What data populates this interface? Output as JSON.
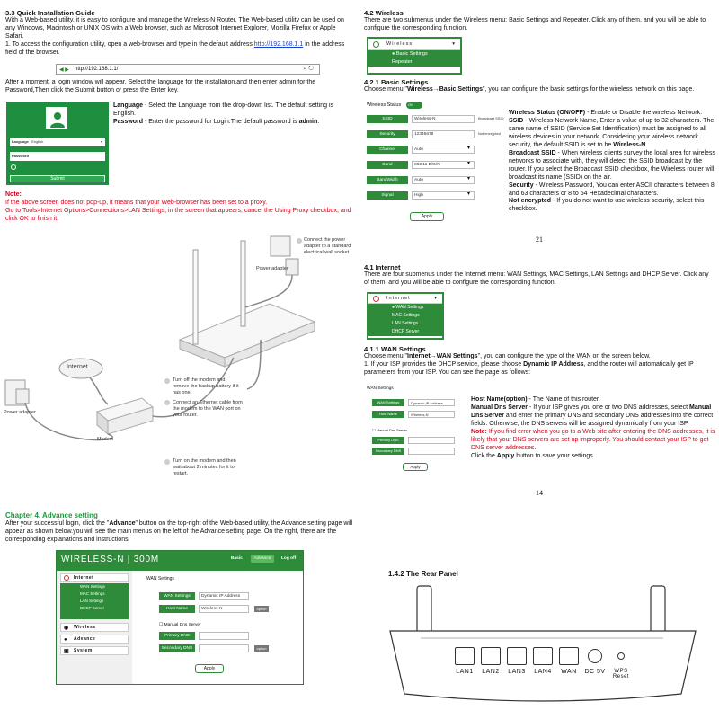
{
  "left_top": {
    "heading": "3.3 Quick Installation Guide",
    "intro": "With a Web-based utility, it is easy to configure and manage the Wireless-N Router. The Web-based utility can be used on any Windows, Macintosh or UNIX OS with a Web browser, such as Microsoft Internet Explorer, Mozilla Firefox or Apple Safari.",
    "step1_a": "1. To access the configuration utility, open a web-browser and type in the default address ",
    "step1_link": "http://192.168.1.1",
    "step1_b": " in the address field of the browser.",
    "url_text": "http://192.168.1.1/",
    "after": "After a moment, a login window will appear. Select the language for the installation,and then enter admin for the Password,Then click the Submit button or press the Enter key.",
    "login_language_label": "Language",
    "login_language_value": "English",
    "login_password_label": "Password",
    "login_submit": "Submit",
    "lang_bold": "Language",
    "lang_text": " - Select the Language from the drop-down list. The default setting is English.",
    "pwd_bold": "Password",
    "pwd_text": " - Enter the password for Login.The default password is ",
    "pwd_value": "admin",
    "note_title": "Note:",
    "note_1": "If the above screen does not pop-up, it means that your Web-browser has been set to a proxy.",
    "note_2": "Go to Tools>Internet Options>Connections>LAN Settings, in the screen that appears, cancel the Using Proxy checkbox, and click OK to finish it."
  },
  "diagram": {
    "power_adapter_top": "Power adapter",
    "step_power": "Connect the power adapter to a standard electrical wall socket.",
    "internet": "Internet",
    "power_adapter_left": "Power adapter",
    "modem": "Modem",
    "step1": "Turn off the modem and remove the backup battery if it has one.",
    "step2": "Connect an Ethernet cable from the modem to the WAN port on your router.",
    "step3": "Turn on the modem and then wait about 2 minutes for it to restart."
  },
  "chapter4": {
    "heading": "Chapter 4. Advance setting",
    "text_a": "After your successful login, click the \"",
    "text_bold": "Advance",
    "text_b": "\" button on the top-right of the Web-based utility, the Advance setting page will appear as shown below.you will see the main menus on the left of the Advance setting page. On the right, there are the corresponding explanations and instructions.",
    "app_title": "WIRELESS-N | 300M",
    "top_basic": "Basic",
    "top_advance": "Advance",
    "top_logoff": "Log off",
    "menu_internet": "Internet",
    "sub_items": [
      "WAN Settings",
      "MAC Settings",
      "LAN Settings",
      "DHCP Server"
    ],
    "menu_wireless": "Wireless",
    "menu_advance": "Advance",
    "menu_system": "System",
    "wan_title": "WAN Settings",
    "wan_label": "WAN Settings",
    "wan_value": "Dynamic IP Address",
    "host_label": "Host Name",
    "host_value": "Wireless-N",
    "option": "option",
    "manual_dns": "Manual Dns Server",
    "primary_dns": "Primary DNS",
    "secondary_dns": "Secondary DNS",
    "apply": "Apply"
  },
  "right_top": {
    "heading": "4.2 Wireless",
    "intro": "There are two submenus under the Wireless menu: Basic Settings and Repeater. Click any of them, and you will be able to configure the corresponding function.",
    "menu_title": "Wireless",
    "menu_items": [
      "Basic Settings",
      "Repeater"
    ],
    "sub_heading": "4.2.1 Basic Settings",
    "choose_a": "Choose menu \"",
    "choose_bold": "Wireless→Basic Settings",
    "choose_b": "\", you can configure the basic settings for the wireless network on this page.",
    "status_label": "Wireless Status",
    "status_toggle": "ON",
    "rows": [
      {
        "label": "SSID",
        "value": "Wireless-N",
        "extra": "Broadcast SSID"
      },
      {
        "label": "Security",
        "value": "12345678",
        "extra": "Not encrypted"
      },
      {
        "label": "Channel",
        "value": "Auto",
        "extra": ""
      },
      {
        "label": "Band",
        "value": "802.11 B/G/N",
        "extra": ""
      },
      {
        "label": "BandWidth",
        "value": "Auto",
        "extra": ""
      },
      {
        "label": "Signal",
        "value": "High",
        "extra": ""
      }
    ],
    "apply": "Apply",
    "ws_bold": "Wireless Status (ON/OFF)",
    "ws_text": " - Enable or Disable the wireless Network.",
    "ssid_bold": "SSID",
    "ssid_text": " - Wireless Network Name, Enter a value of up to 32 characters. The same name of SSID (Service Set Identification) must be assigned to all wireless devices in your network. Considering your wireless network security, the default SSID is set to be ",
    "ssid_value": "Wireless-N",
    "bssid_bold": "Broadcast SSID",
    "bssid_text": " - When wireless clients survey the local area for wireless networks to associate with, they will detect the SSID broadcast by the router. If you select the Broadcast SSID checkbox, the Wireless router will broadcast its name (SSID) on the air.",
    "sec_bold": "Security",
    "sec_text": " - Wireless Password, You can enter ASCII characters between 8 and 63 characters or 8 to 64 Hexadecimal characters.",
    "ne_bold": "Not encrypted",
    "ne_text": " - If you do not want to use wireless security, select this checkbox.",
    "page_num": "21"
  },
  "right_mid": {
    "heading": "4.1 Internet",
    "intro": "There are four submenus under the Internet menu: WAN Settings, MAC Settings, LAN Settings and DHCP Server. Click any of them, and you will be able to configure the corresponding function.",
    "menu_title": "Internet",
    "menu_items": [
      "WAN Settings",
      "MAC Settings",
      "LAN Settings",
      "DHCP Server"
    ],
    "sub_heading": "4.1.1 WAN Settings",
    "choose_a": "Choose menu \"",
    "choose_bold": "Internet→WAN Settings",
    "choose_b": "\", you can configure the type of the WAN on the screen below.",
    "step1_a": "1. If your ISP provides the DHCP service, please choose ",
    "step1_bold": "Dynamic IP Address",
    "step1_b": ", and the router will automatically get IP parameters from your ISP. You can see the page as follows:",
    "wan_title": "WAN Settings",
    "wan_label": "WAN Settings",
    "wan_value": "Dynamic IP Address",
    "host_label": "Host Name",
    "host_value": "Wireless-N",
    "manual_dns": "Manual Dns Server",
    "primary_dns": "Primary DNS",
    "secondary_dns": "Secondary DNS",
    "apply": "Apply",
    "hn_bold": "Host Name(option)",
    "hn_text": " - The Name of this router.",
    "md_bold1": "Manual Dns Server",
    "md_text1": " - If your ISP gives you one or two DNS addresses, select ",
    "md_bold2": "Manual Dns Server",
    "md_text2": " and enter the primary DNS and secondary DNS addresses into the correct fields. Otherwise, the DNS servers will be assigned dynamically from your ISP.",
    "note_bold": "Note:",
    "note_text": " If you find error when you go to a Web site after entering the DNS addresses, it is likely that your DNS servers are set up improperly. You should contact your ISP to get DNS server addresses.",
    "click_a": "Click the ",
    "click_bold": "Apply",
    "click_b": " button to save your settings.",
    "page_num": "14"
  },
  "rear": {
    "heading": "1.4.2 The Rear Panel",
    "ports": [
      "LAN1",
      "LAN2",
      "LAN3",
      "LAN4",
      "WAN",
      "DC 5V",
      "WPS\nReset"
    ]
  }
}
